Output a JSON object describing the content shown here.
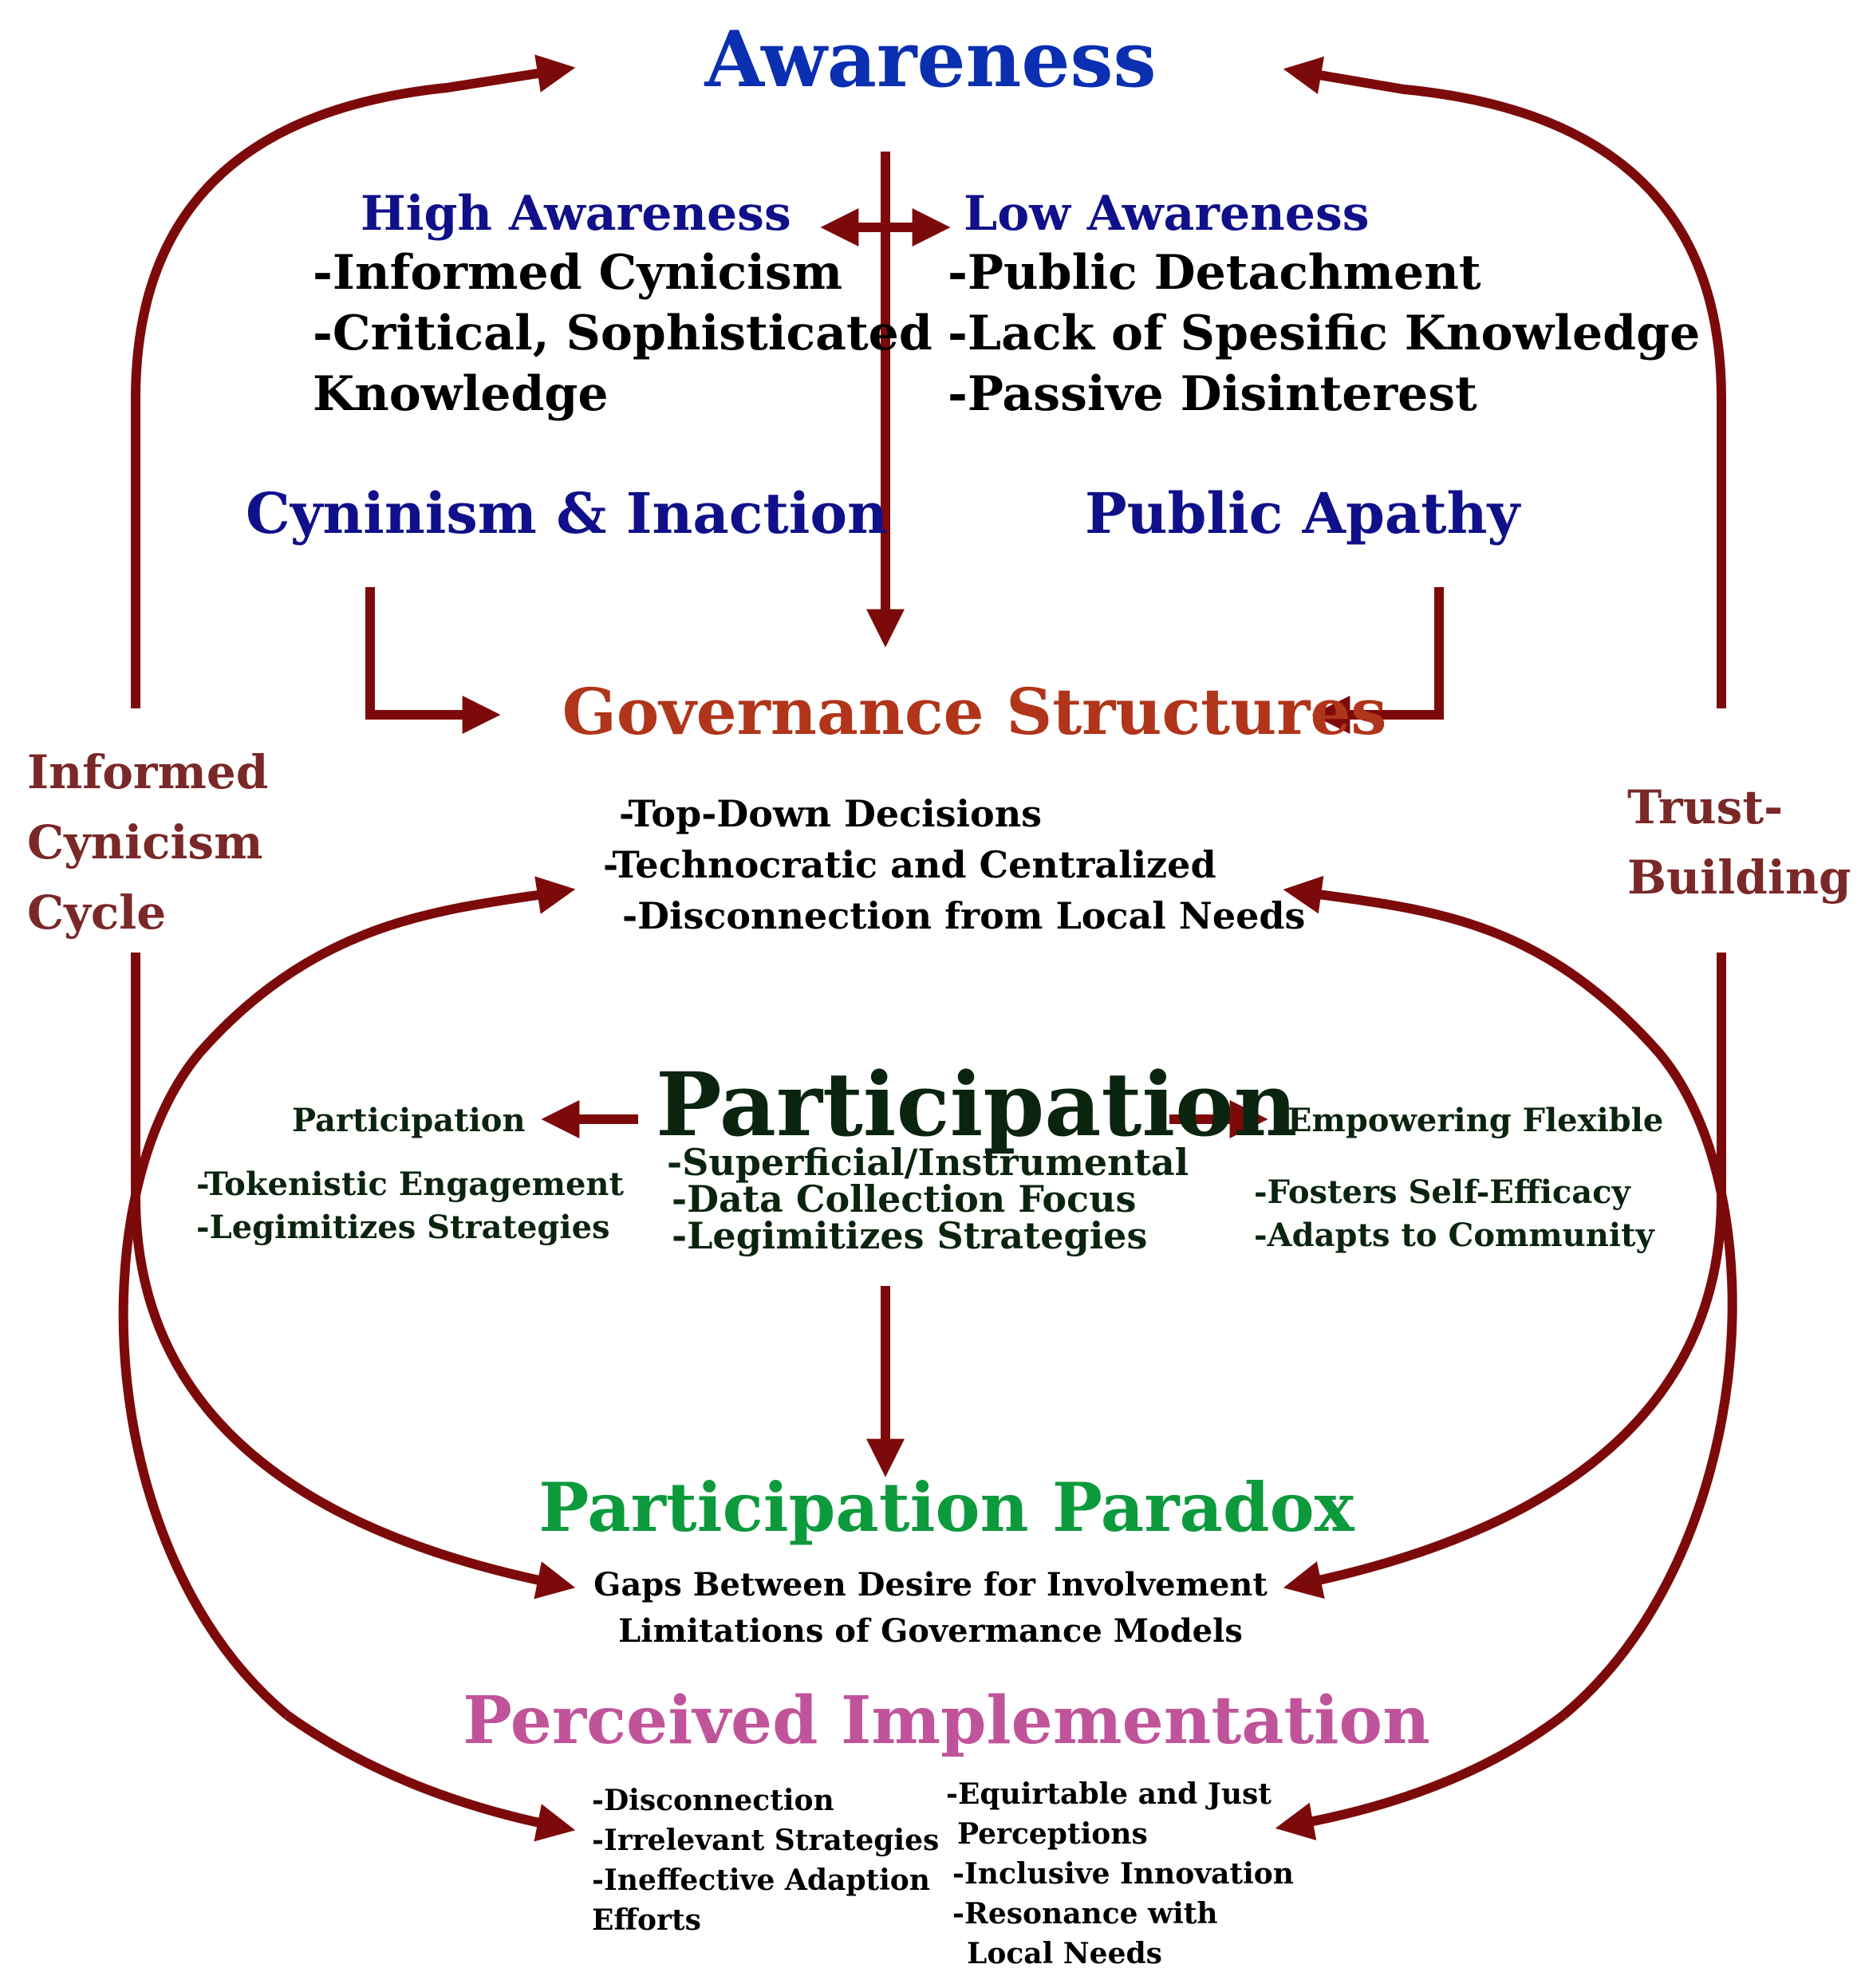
{
  "colors": {
    "arrow": "#7d0a0a",
    "awareness": "#0a2fb0",
    "subheading": "#10108a",
    "governance": "#b0351a",
    "cycle_label": "#7a2828",
    "participation": "#0b2410",
    "paradox": "#0d9a3c",
    "implementation": "#c0549a",
    "body_text": "#000000"
  },
  "awareness": {
    "title": "Awareness",
    "high": {
      "heading": "High Awareness",
      "items": [
        "-Informed Cynicism",
        "-Critical, Sophisticated",
        "Knowledge"
      ]
    },
    "low": {
      "heading": "Low Awareness",
      "items": [
        "-Public Detachment",
        "-Lack of Spesific Knowledge",
        "-Passive Disinterest"
      ]
    },
    "cynicism_heading": "Cyninism & Inaction",
    "apathy_heading": "Public Apathy"
  },
  "governance": {
    "title": "Governance Structures",
    "items": [
      "-Top-Down Decisions",
      "-Technocratic and Centralized",
      "-Disconnection from Local Needs"
    ]
  },
  "cycle_labels": {
    "left": [
      "Informed",
      "Cynicism",
      "Cycle"
    ],
    "right": [
      "Trust-",
      "Building"
    ]
  },
  "participation": {
    "title": "Participation",
    "items": [
      "-Superficial/Instrumental",
      "-Data Collection Focus",
      "-Legimitizes Strategies"
    ],
    "left": {
      "heading": "Participation",
      "items": [
        "-Tokenistic Engagement",
        "-Legimitizes Strategies"
      ]
    },
    "right": {
      "heading": "Empowering Flexible",
      "items": [
        "-Fosters Self-Efficacy",
        "-Adapts to Community"
      ]
    }
  },
  "paradox": {
    "title": "Participation Paradox",
    "items": [
      "Gaps Between Desire for Involvement",
      "Limitations of Govermance Models"
    ]
  },
  "implementation": {
    "title": "Perceived Implementation",
    "left_items": [
      "-Disconnection",
      "-Irrelevant Strategies",
      "-Ineffective Adaption",
      "Efforts"
    ],
    "right_items": [
      "-Equirtable and Just",
      " Perceptions",
      "-Inclusive Innovation",
      "-Resonance with",
      "  Local Needs"
    ]
  }
}
